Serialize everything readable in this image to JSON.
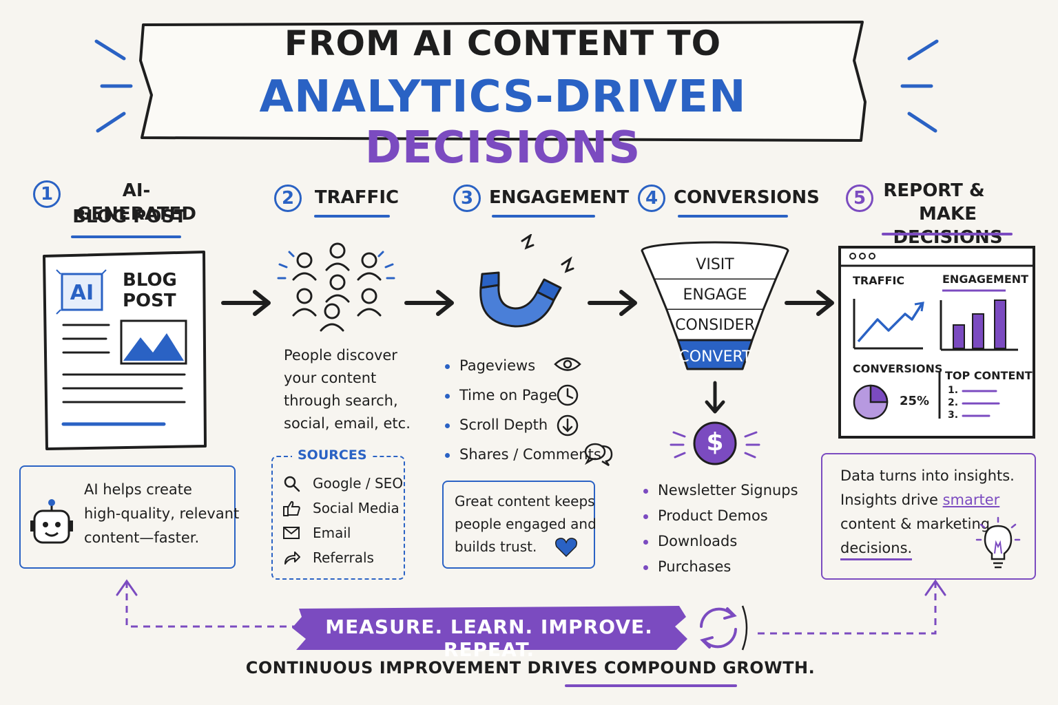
{
  "title": {
    "line1": "FROM AI CONTENT TO",
    "line2a": "ANALYTICS-DRIVEN",
    "line2b": "DECISIONS"
  },
  "steps": [
    {
      "num": "1",
      "title_l1": "AI-GENERATED",
      "title_l2": "BLOG POST"
    },
    {
      "num": "2",
      "title_l1": "TRAFFIC"
    },
    {
      "num": "3",
      "title_l1": "ENGAGEMENT"
    },
    {
      "num": "4",
      "title_l1": "CONVERSIONS"
    },
    {
      "num": "5",
      "title_l1": "REPORT &",
      "title_l2": "MAKE DECISIONS"
    }
  ],
  "blog": {
    "ai_badge": "AI",
    "label_l1": "BLOG",
    "label_l2": "POST"
  },
  "ai_note": {
    "l1": "AI helps create",
    "l2": "high-quality, relevant",
    "l3": "content—faster."
  },
  "traffic_text": {
    "l1": "People discover",
    "l2": "your content",
    "l3": "through search,",
    "l4": "social, email, etc."
  },
  "sources": {
    "title": "SOURCES",
    "items": [
      "Google / SEO",
      "Social Media",
      "Email",
      "Referrals"
    ]
  },
  "engagement_metrics": [
    "Pageviews",
    "Time on Page",
    "Scroll Depth",
    "Shares / Comments"
  ],
  "engagement_note": {
    "l1": "Great content keeps",
    "l2": "people engaged and",
    "l3": "builds trust."
  },
  "funnel": [
    "VISIT",
    "ENGAGE",
    "CONSIDER",
    "CONVERT"
  ],
  "dollar": "$",
  "conversions": [
    "Newsletter Signups",
    "Product Demos",
    "Downloads",
    "Purchases"
  ],
  "dashboard": {
    "traffic": "TRAFFIC",
    "engagement": "ENGAGEMENT",
    "conversions": "CONVERSIONS",
    "percent": "25%",
    "top": "TOP CONTENT",
    "n1": "1.",
    "n2": "2.",
    "n3": "3."
  },
  "insight": {
    "l1": "Data turns into insights.",
    "l2a": "Insights drive ",
    "l2b": "smarter",
    "l3": "content & marketing",
    "l4": "decisions."
  },
  "footer": {
    "banner": "MEASURE. LEARN. IMPROVE. REPEAT.",
    "tagline": "CONTINUOUS IMPROVEMENT DRIVES COMPOUND GROWTH."
  },
  "colors": {
    "blue": "#2a62c4",
    "purple": "#7b4bc0",
    "ink": "#1e1e1e"
  }
}
